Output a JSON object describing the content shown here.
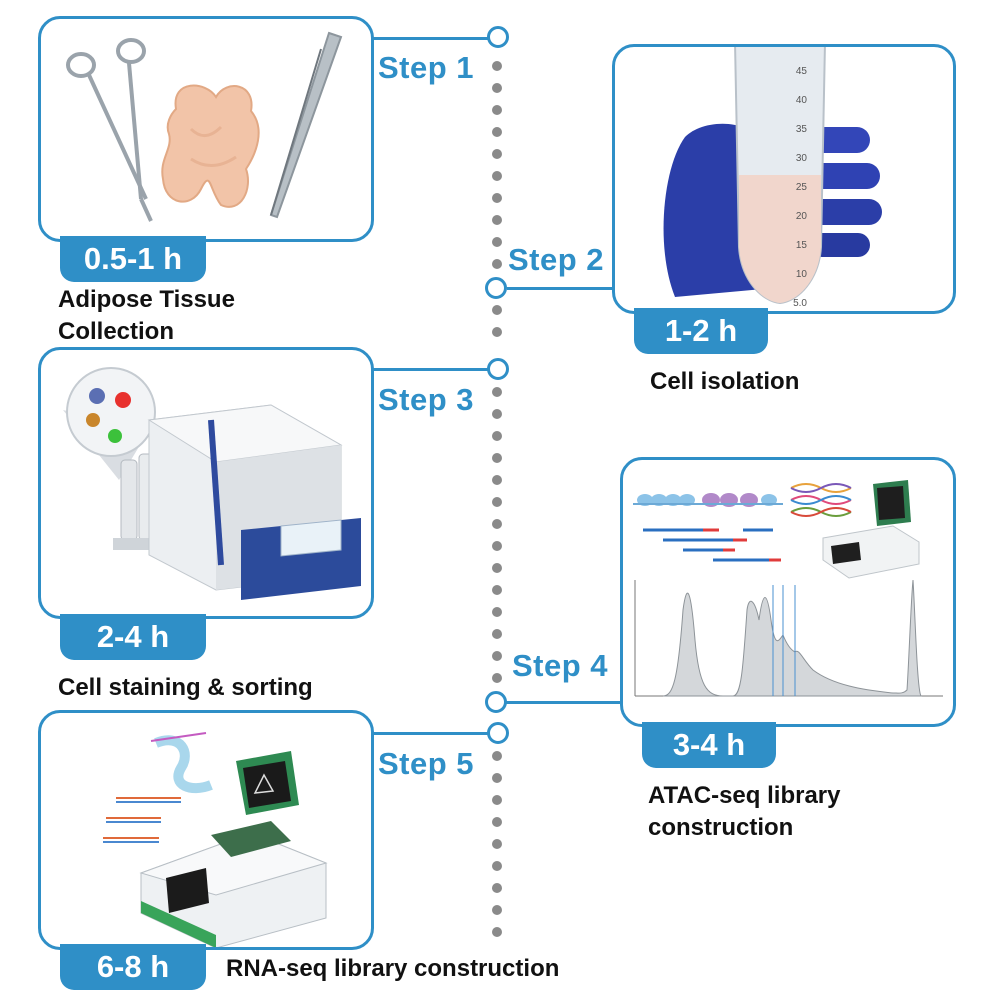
{
  "steps": [
    {
      "label": "Step 1",
      "time": "0.5-1 h",
      "caption": [
        "Adipose Tissue",
        "Collection"
      ]
    },
    {
      "label": "Step 2",
      "time": "1-2 h",
      "caption": [
        "Cell isolation"
      ]
    },
    {
      "label": "Step 3",
      "time": "2-4 h",
      "caption": [
        "Cell staining & sorting"
      ]
    },
    {
      "label": "Step 4",
      "time": "3-4 h",
      "caption": [
        "ATAC-seq library",
        "construction"
      ]
    },
    {
      "label": "Step 5",
      "time": "6-8 h",
      "caption": [
        "RNA-seq library construction"
      ]
    }
  ],
  "tube_marks": [
    "45",
    "40",
    "35",
    "30",
    "25",
    "20",
    "15",
    "10",
    "5.0"
  ],
  "colors": {
    "accent": "#2f8fc7",
    "dots": "#8a8a8a"
  }
}
